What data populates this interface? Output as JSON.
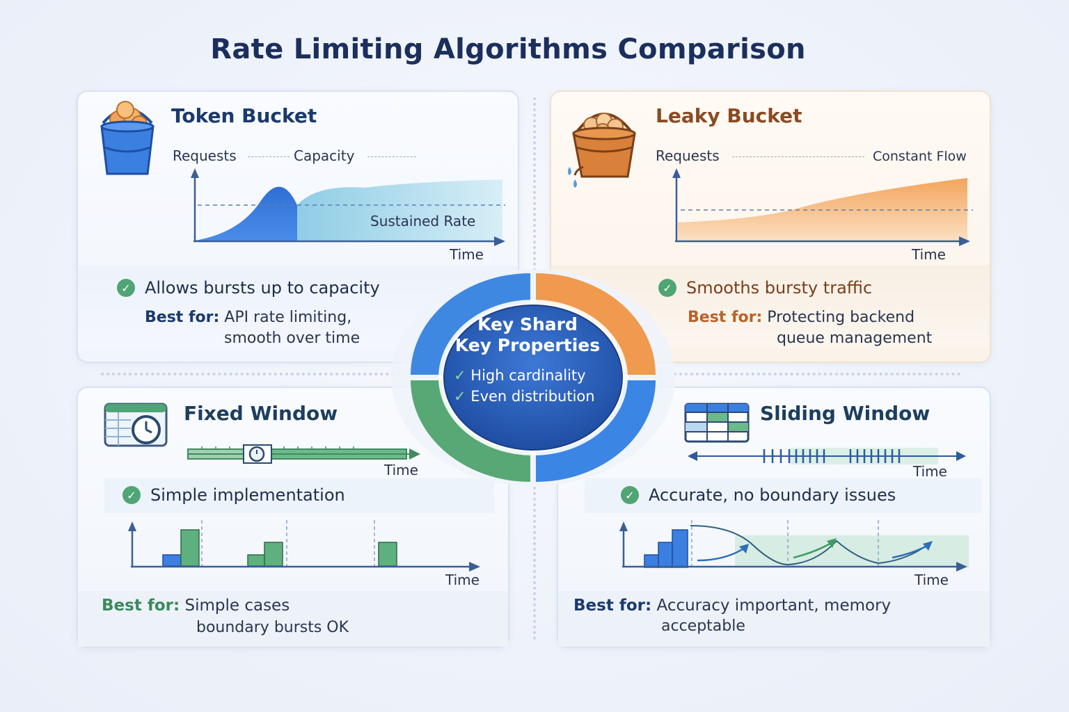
{
  "title": "Rate Limiting Algorithms Comparison",
  "token_bucket": {
    "title": "Token Bucket",
    "requests_label": "Requests",
    "capacity_label": "Capacity",
    "sustained_label": "Sustained Rate",
    "time_label": "Time",
    "feature": "Allows bursts up to capacity",
    "best_for_label": "Best for:",
    "best_for_line1": "API rate limiting,",
    "best_for_line2": "smooth over time"
  },
  "leaky_bucket": {
    "title": "Leaky Bucket",
    "requests_label": "Requests",
    "flow_label": "Constant Flow",
    "time_label": "Time",
    "feature": "Smooths bursty traffic",
    "best_for_label": "Best for:",
    "best_for_line1": "Protecting backend",
    "best_for_line2": "queue management"
  },
  "fixed_window": {
    "title": "Fixed Window",
    "time_label_top": "Time",
    "feature": "Simple implementation",
    "time_label_bottom": "Time",
    "best_for_label": "Best for:",
    "best_for_line1": "Simple cases",
    "best_for_line2": "boundary bursts OK"
  },
  "sliding_window": {
    "title": "Sliding Window",
    "time_label_top": "Time",
    "feature": "Accurate, no boundary issues",
    "time_label_bottom": "Time",
    "best_for_label": "Best for:",
    "best_for_line1": "Accuracy important, memory",
    "best_for_line2": "acceptable"
  },
  "hub": {
    "title_line1": "Key Shard",
    "title_line2": "Key Properties",
    "item1": "High cardinality",
    "item2": "Even distribution",
    "check_glyph": "✓"
  },
  "icons": {
    "token_bucket": "blue-bucket-icon",
    "leaky_bucket": "leaking-bucket-icon",
    "fixed_window": "calendar-clock-icon",
    "sliding_window": "spreadsheet-grid-icon",
    "check": "check-circle-icon"
  },
  "colors": {
    "token_bucket": "#2f6fd6",
    "leaky_bucket": "#ef9a4e",
    "fixed_window": "#4fa574",
    "sliding_window": "#3b82e0",
    "hub_center": "#2d61bd"
  }
}
